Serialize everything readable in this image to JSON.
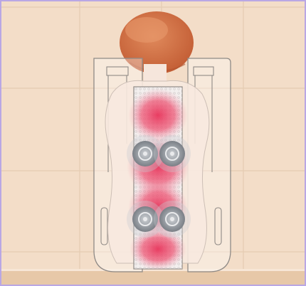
{
  "illustration": {
    "subject": "back-massage-seat",
    "colors": {
      "frame": "#b9a7e4",
      "wall": "#f2dcc6",
      "wall_grid": "#e3c8ad",
      "hair": "#cf6c42",
      "skin": "#f6e6dc",
      "heat": "#e8345b",
      "roller": "#8a8f95"
    },
    "roller_count": 4,
    "heat_zone_count": 4
  }
}
